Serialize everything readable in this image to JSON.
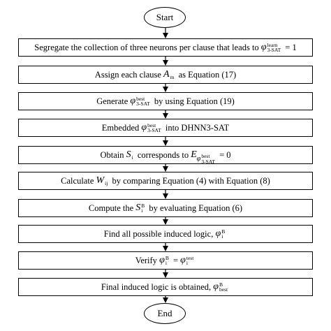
{
  "start_label": "Start",
  "end_label": "End",
  "steps": [
    {
      "pre": "Segregate the collection of three neurons per clause that leads to ",
      "sym": "φ",
      "sup": "learn",
      "sub": "3-SAT",
      "post": " = 1"
    },
    {
      "pre": "Assign each clause ",
      "sym": "A",
      "sub": "m",
      "post": " as Equation (17)"
    },
    {
      "pre": "Generate ",
      "sym": "φ",
      "sup": "best",
      "sub": "3-SAT",
      "post": " by using Equation (19)"
    },
    {
      "pre": "Embedded ",
      "sym": "φ",
      "sup": "best",
      "sub": "3-SAT",
      "post": " into DHNN3-SAT"
    },
    {
      "pre": "Obtain ",
      "sym": "S",
      "sub": "i",
      "mid": " corresponds to ",
      "sym2": "E",
      "sub2": "φ",
      "sub2_sup": "best",
      "sub2_sub": "3-SAT",
      "post": " = 0"
    },
    {
      "pre": "Calculate ",
      "sym": "W",
      "sub": "ij",
      "post": " by comparing Equation (4) with Equation (8)"
    },
    {
      "pre": "Compute the ",
      "sym": "S",
      "sup": "B",
      "sub": "i",
      "post": " by evaluating Equation (6)"
    },
    {
      "pre": "Find all possible induced logic, ",
      "sym": "φ",
      "sup": "B",
      "sub": "i"
    },
    {
      "pre": "Verify ",
      "sym": "φ",
      "sup": "B",
      "sub": "i",
      "mid": " = ",
      "sym2": "φ",
      "sup2": "test",
      "sub2": "i"
    },
    {
      "pre": "Final induced logic is obtained, ",
      "sym": "φ",
      "sup": "B",
      "sub": "best"
    }
  ]
}
